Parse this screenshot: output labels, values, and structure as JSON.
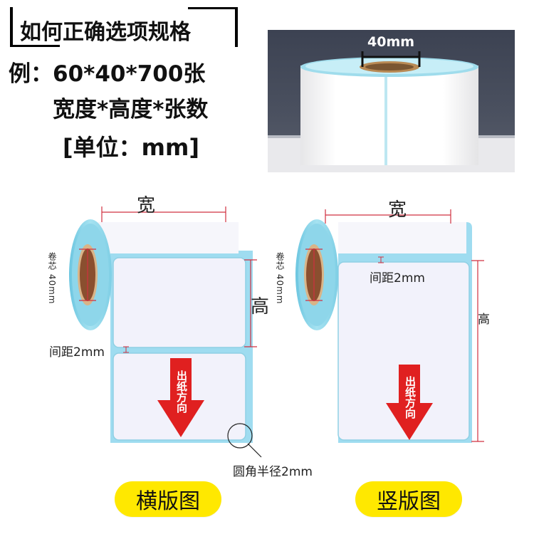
{
  "header": {
    "title": "如何正确选项规格",
    "example": "例：60*40*700张",
    "formula": "宽度*高度*张数",
    "unit": "[单位：mm]"
  },
  "photo": {
    "core_label": "40mm"
  },
  "landscape": {
    "width_label": "宽",
    "height_label": "高",
    "core_label": "卷芯 40mm",
    "gap_label": "间距2mm",
    "direction_label": "出纸方向",
    "corner_label": "圆角半径2mm",
    "caption": "横版图"
  },
  "portrait": {
    "width_label": "宽",
    "height_label": "高",
    "core_label": "卷芯 40mm",
    "gap_label": "间距2mm",
    "direction_label": "出纸方向",
    "caption": "竖版图"
  },
  "colors": {
    "label_blue": "#8fd6ea",
    "arrow_red": "#e02020",
    "dimension_red": "#d03040",
    "caption_yellow": "#ffe800"
  }
}
